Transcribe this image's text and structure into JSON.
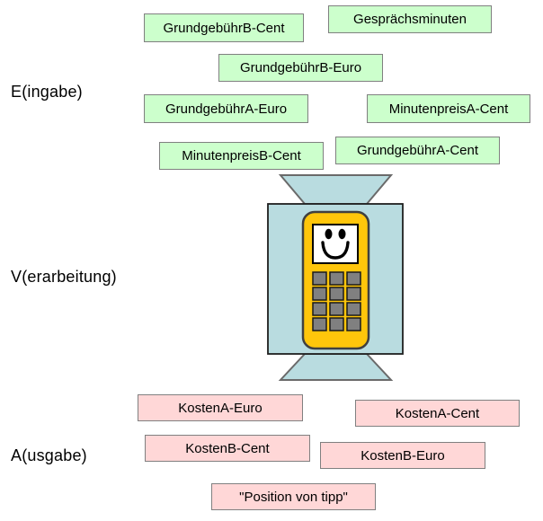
{
  "diagram": {
    "sections": [
      {
        "id": "eingabe",
        "label": "E(ingabe)"
      },
      {
        "id": "verarbeitung",
        "label": "V(erarbeitung)"
      },
      {
        "id": "ausgabe",
        "label": "A(usgabe)"
      }
    ],
    "inputs": [
      "GrundgebührB-Cent",
      "Gesprächsminuten",
      "GrundgebührB-Euro",
      "GrundgebührA-Euro",
      "MinutenpreisA-Cent",
      "MinutenpreisB-Cent",
      "GrundgebührA-Cent"
    ],
    "outputs": [
      "KostenA-Euro",
      "KostenA-Cent",
      "KostenB-Cent",
      "KostenB-Euro",
      "\"Position von tipp\""
    ],
    "processor": {
      "icon": "smiley-phone-machine"
    },
    "colors": {
      "input_box_fill": "#ccffcc",
      "output_box_fill": "#ffd7d7",
      "box_border": "#808080",
      "machine_fill": "#b9dce0",
      "phone_body": "#ffc60b",
      "phone_keys": "#808080",
      "text": "#000000"
    }
  }
}
